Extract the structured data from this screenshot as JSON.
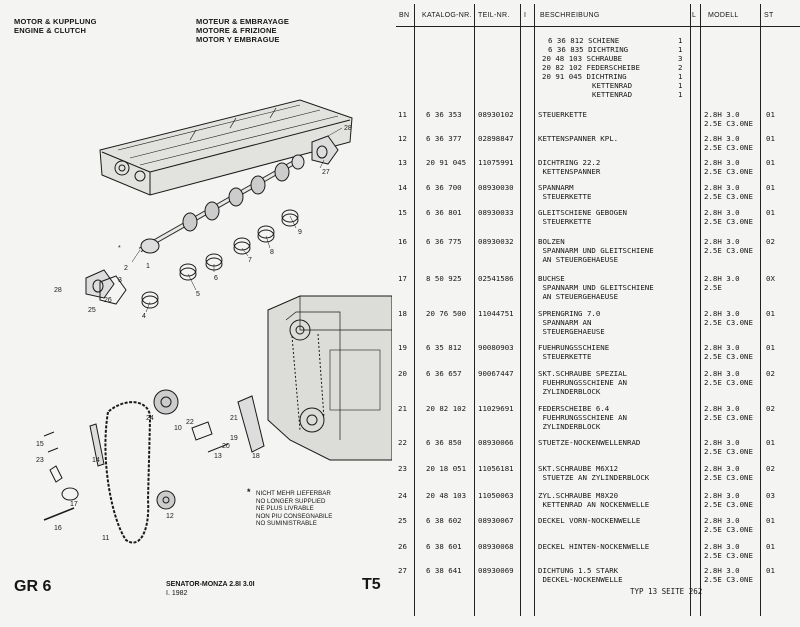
{
  "header": {
    "left_lines": [
      "MOTOR & KUPPLUNG",
      "ENGINE & CLUTCH"
    ],
    "mid_lines": [
      "MOTEUR & EMBRAYAGE",
      "MOTORE & FRIZIONE",
      "MOTOR Y EMBRAGUE"
    ]
  },
  "diagram": {
    "callouts": [
      "28",
      "27",
      "9",
      "8",
      "7",
      "6",
      "5",
      "4",
      "1",
      "2",
      "3",
      "25",
      "26",
      "28",
      "10",
      "11",
      "12",
      "13",
      "14",
      "15",
      "16",
      "17",
      "18",
      "19",
      "20",
      "21",
      "22",
      "23",
      "24",
      "*"
    ]
  },
  "legend": {
    "marker": "*",
    "lines": [
      "NICHT MEHR LIEFERBAR",
      "NO LONGER SUPPLIED",
      "NE PLUS LIVRABLE",
      "NON PIU CONSEGNABILE",
      "NO SUMINISTRABLE"
    ]
  },
  "footer": {
    "group": "GR 6",
    "model": "SENATOR-MONZA 2.8I 3.0I",
    "date": "I. 1982",
    "section": "T5",
    "typ": "TYP  13 SEITE  262"
  },
  "table": {
    "headers": {
      "bn": "BN",
      "katalog": "KATALOG-NR.",
      "teil": "TEIL-NR.",
      "i": "I",
      "beschreibung": "BESCHREIBUNG",
      "l": "L",
      "modell": "MODELL",
      "st": "ST"
    },
    "sub_rows": [
      {
        "kat": "6 36 812",
        "desc": "SCHIENE",
        "qty": "1"
      },
      {
        "kat": "6 36 835",
        "desc": "DICHTRING",
        "qty": "1"
      },
      {
        "kat": "20 48 103",
        "desc": "SCHRAUBE",
        "qty": "3"
      },
      {
        "kat": "20 82 102",
        "desc": "FEDERSCHEIBE",
        "qty": "2"
      },
      {
        "kat": "20 91 045",
        "desc": "DICHTRING",
        "qty": "1"
      },
      {
        "kat": "",
        "desc": "KETTENRAD",
        "qty": "1"
      },
      {
        "kat": "",
        "desc": "KETTENRAD",
        "qty": "1"
      }
    ],
    "rows": [
      {
        "bn": "11",
        "kat": "6 36 353",
        "teil": "08930102",
        "desc": [
          "STEUERKETTE"
        ],
        "model": [
          "2.8H 3.0",
          "2.5E C3.0NE"
        ],
        "st": "01"
      },
      {
        "bn": "12",
        "kat": "6 36 377",
        "teil": "02898847",
        "desc": [
          "KETTENSPANNER KPL."
        ],
        "model": [
          "2.8H 3.0",
          "2.5E C3.0NE"
        ],
        "st": "01"
      },
      {
        "bn": "13",
        "kat": "20 91 045",
        "teil": "11075991",
        "desc": [
          "DICHTRING 22.2",
          " KETTENSPANNER"
        ],
        "model": [
          "2.8H 3.0",
          "2.5E C3.0NE"
        ],
        "st": "01"
      },
      {
        "bn": "14",
        "kat": "6 36 700",
        "teil": "08930030",
        "desc": [
          "SPANNARM",
          " STEUERKETTE"
        ],
        "model": [
          "2.8H 3.0",
          "2.5E C3.0NE"
        ],
        "st": "01"
      },
      {
        "bn": "15",
        "kat": "6 36 801",
        "teil": "08930033",
        "desc": [
          "GLEITSCHIENE GEBOGEN",
          " STEUERKETTE"
        ],
        "model": [
          "2.8H 3.0",
          "2.5E C3.0NE"
        ],
        "st": "01"
      },
      {
        "bn": "16",
        "kat": "6 36 775",
        "teil": "08930032",
        "desc": [
          "BOLZEN",
          " SPANNARM UND GLEITSCHIENE",
          " AN STEUERGEHAEUSE"
        ],
        "model": [
          "2.8H 3.0",
          "2.5E C3.0NE"
        ],
        "st": "02"
      },
      {
        "bn": "17",
        "kat": "8 50 925",
        "teil": "02541586",
        "desc": [
          "BUCHSE",
          " SPANNARM UND GLEITSCHIENE",
          " AN STEUERGEHAEUSE"
        ],
        "model": [
          "2.8H 3.0",
          "2.5E"
        ],
        "st": "0X"
      },
      {
        "bn": "18",
        "kat": "20 76 500",
        "teil": "11044751",
        "desc": [
          "SPRENGRING 7.0",
          " SPANNARM AN",
          " STEUERGEHAEUSE"
        ],
        "model": [
          "2.8H 3.0",
          "2.5E C3.0NE"
        ],
        "st": "01"
      },
      {
        "bn": "19",
        "kat": "6 35 812",
        "teil": "90080903",
        "desc": [
          "FUEHRUNGSSCHIENE",
          " STEUERKETTE"
        ],
        "model": [
          "2.8H 3.0",
          "2.5E C3.0NE"
        ],
        "st": "01"
      },
      {
        "bn": "20",
        "kat": "6 36 657",
        "teil": "90067447",
        "desc": [
          "SKT.SCHRAUBE SPEZIAL",
          " FUEHRUNGSSCHIENE AN",
          " ZYLINDERBLOCK"
        ],
        "model": [
          "2.8H 3.0",
          "2.5E C3.0NE"
        ],
        "st": "02"
      },
      {
        "bn": "21",
        "kat": "20 82 102",
        "teil": "11029691",
        "desc": [
          "FEDERSCHEIBE 6.4",
          " FUEHRUNGSSCHIENE AN",
          " ZYLINDERBLOCK"
        ],
        "model": [
          "2.8H 3.0",
          "2.5E C3.0NE"
        ],
        "st": "02"
      },
      {
        "bn": "22",
        "kat": "6 36 850",
        "teil": "08930066",
        "desc": [
          "STUETZE-NOCKENWELLENRAD"
        ],
        "model": [
          "2.8H 3.0",
          "2.5E C3.0NE"
        ],
        "st": "01"
      },
      {
        "bn": "23",
        "kat": "20 18 051",
        "teil": "11056181",
        "desc": [
          "SKT.SCHRAUBE M6X12",
          " STUETZE AN ZYLINDERBLOCK"
        ],
        "model": [
          "2.8H 3.0",
          "2.5E C3.0NE"
        ],
        "st": "02"
      },
      {
        "bn": "24",
        "kat": "20 48 103",
        "teil": "11050063",
        "desc": [
          "ZYL.SCHRAUBE M8X20",
          " KETTENRAD AN NOCKENWELLE"
        ],
        "model": [
          "2.8H 3.0",
          "2.5E C3.0NE"
        ],
        "st": "03"
      },
      {
        "bn": "25",
        "kat": "6 38 602",
        "teil": "08930067",
        "desc": [
          "DECKEL VORN-NOCKENWELLE"
        ],
        "model": [
          "2.8H 3.0",
          "2.5E C3.0NE"
        ],
        "st": "01"
      },
      {
        "bn": "26",
        "kat": "6 38 601",
        "teil": "08930068",
        "desc": [
          "DECKEL HINTEN-NOCKENWELLE"
        ],
        "model": [
          "2.8H 3.0",
          "2.5E C3.0NE"
        ],
        "st": "01"
      },
      {
        "bn": "27",
        "kat": "6 38 641",
        "teil": "08930069",
        "desc": [
          "DICHTUNG 1.5 STARK",
          " DECKEL-NOCKENWELLE"
        ],
        "model": [
          "2.8H 3.0",
          "2.5E C3.0NE"
        ],
        "st": "01"
      }
    ]
  }
}
